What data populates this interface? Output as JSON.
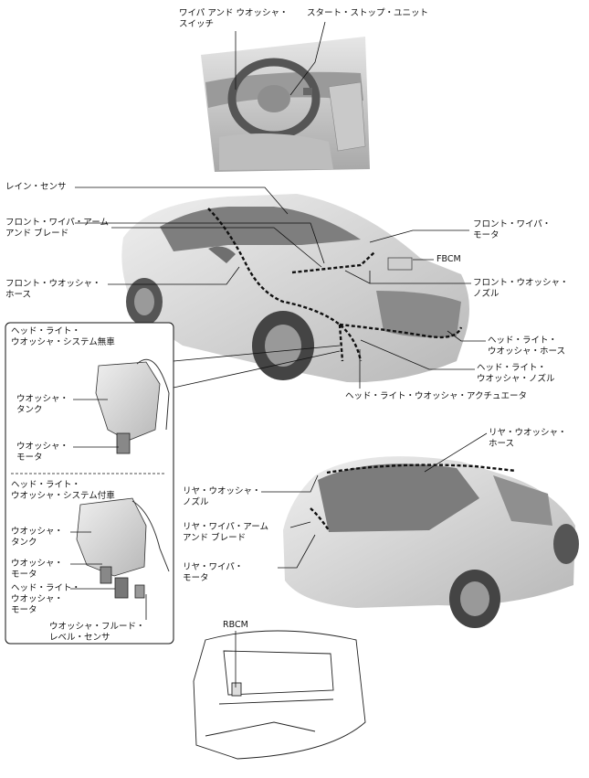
{
  "labels": {
    "wiper_switch": "ワイパ アンド ウオッシャ・\nスイッチ",
    "start_stop": "スタート・ストップ・ユニット",
    "rain_sensor": "レイン・センサ",
    "front_wiper_arm": "フロント・ワイパ・アーム\nアンド ブレード",
    "front_washer_hose": "フロント・ウオッシャ・\nホース",
    "front_wiper_motor": "フロント・ワイパ・\nモータ",
    "fbcm": "FBCM",
    "front_washer_nozzle": "フロント・ウオッシャ・\nノズル",
    "headlight_washer_hose": "ヘッド・ライト・\nウオッシャ・ホース",
    "headlight_washer_nozzle": "ヘッド・ライト・\nウオッシャ・ノズル",
    "headlight_washer_actuator": "ヘッド・ライト・ウオッシャ・アクチュエータ",
    "inset_without": "ヘッド・ライト・\nウオッシャ・システム無車",
    "inset_tank_1": "ウオッシャ・\nタンク",
    "inset_motor_1": "ウオッシャ・\nモータ",
    "inset_with": "ヘッド・ライト・\nウオッシャ・システム付車",
    "inset_tank_2": "ウオッシャ・\nタンク",
    "inset_motor_2": "ウオッシャ・\nモータ",
    "inset_hl_motor": "ヘッド・ライト・\nウオッシャ・\nモータ",
    "inset_level_sensor": "ウオッシャ・フルード・\nレベル・センサ",
    "rear_washer_hose": "リヤ・ウオッシャ・\nホース",
    "rear_washer_nozzle": "リヤ・ウオッシャ・\nノズル",
    "rear_wiper_arm": "リヤ・ワイパ・アーム\nアンド ブレード",
    "rear_wiper_motor": "リヤ・ワイパ・\nモータ",
    "rbcm": "RBCM"
  }
}
